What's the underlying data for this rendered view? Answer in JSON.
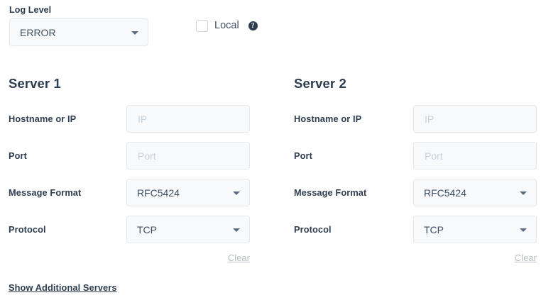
{
  "top": {
    "log_level": {
      "label": "Log Level",
      "value": "ERROR",
      "caret_icon": "chevron-down-icon"
    },
    "local": {
      "label": "Local",
      "checked": false,
      "help_icon": "help-circle-icon",
      "help_glyph": "?"
    }
  },
  "servers": [
    {
      "title": "Server 1",
      "fields": [
        {
          "label": "Hostname or IP",
          "type": "input",
          "value": "",
          "placeholder": "IP"
        },
        {
          "label": "Port",
          "type": "input",
          "value": "",
          "placeholder": "Port"
        },
        {
          "label": "Message Format",
          "type": "select",
          "value": "RFC5424"
        },
        {
          "label": "Protocol",
          "type": "select",
          "value": "TCP"
        }
      ],
      "clear_label": "Clear"
    },
    {
      "title": "Server 2",
      "fields": [
        {
          "label": "Hostname or IP",
          "type": "input",
          "value": "",
          "placeholder": "IP"
        },
        {
          "label": "Port",
          "type": "input",
          "value": "",
          "placeholder": "Port"
        },
        {
          "label": "Message Format",
          "type": "select",
          "value": "RFC5424"
        },
        {
          "label": "Protocol",
          "type": "select",
          "value": "TCP"
        }
      ],
      "clear_label": "Clear"
    }
  ],
  "footer": {
    "show_additional_servers_label": "Show Additional Servers"
  },
  "colors": {
    "text_dark": "#2d3e50",
    "value_text": "#3e4f63",
    "placeholder": "#c6d2e0",
    "control_bg": "#f8f9fa",
    "control_border": "#e6e8ec",
    "clear_link": "#b9bdc4",
    "page_bg": "#ffffff"
  }
}
